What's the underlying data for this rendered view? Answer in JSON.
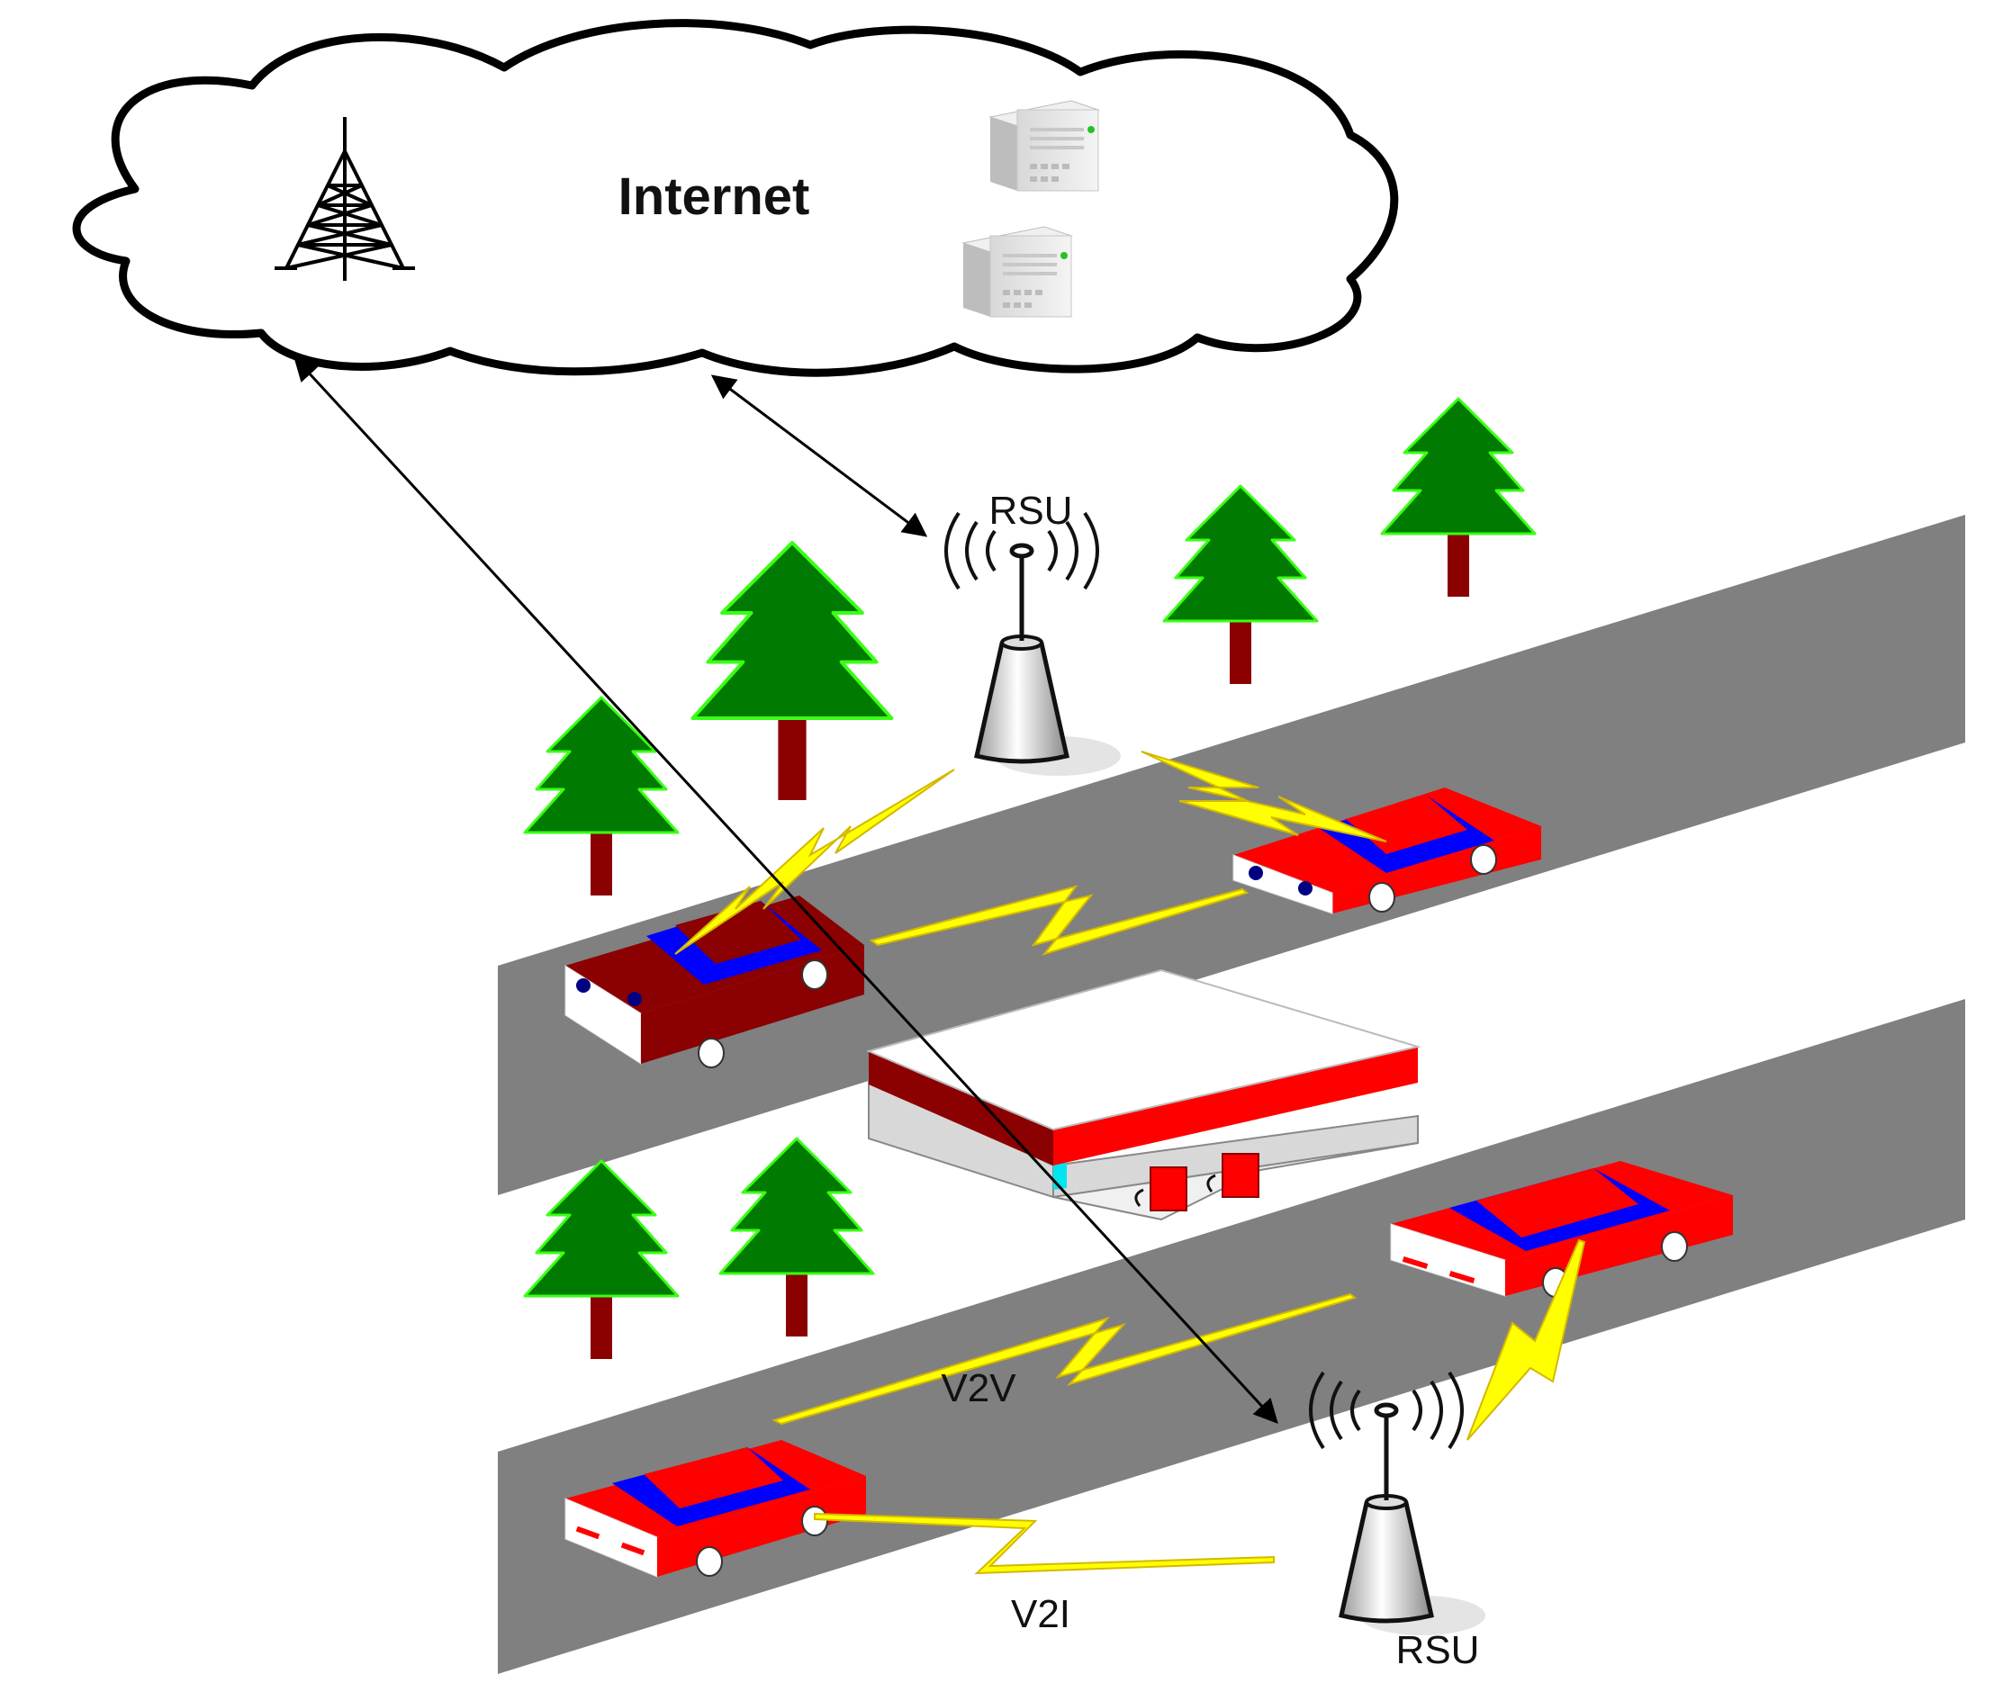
{
  "labels": {
    "cloud": "Internet",
    "rsu_top": "RSU",
    "rsu_bottom": "RSU",
    "v2v": "V2V",
    "v2i": "V2I"
  },
  "icons": {
    "tower": "cell-tower-icon",
    "server": "server-icon",
    "rsu": "rsu-antenna-icon",
    "car": "car-icon",
    "tree": "tree-icon",
    "station": "gas-station-icon"
  },
  "colors": {
    "road": "#808080",
    "tree_leaf": "#007a00",
    "tree_edge": "#39ff14",
    "trunk": "#8b0000",
    "car_red": "#ff0000",
    "car_dark": "#8b0000",
    "car_window": "#0000ff",
    "wireless": "#ffff00",
    "roof": "#8b0000"
  }
}
